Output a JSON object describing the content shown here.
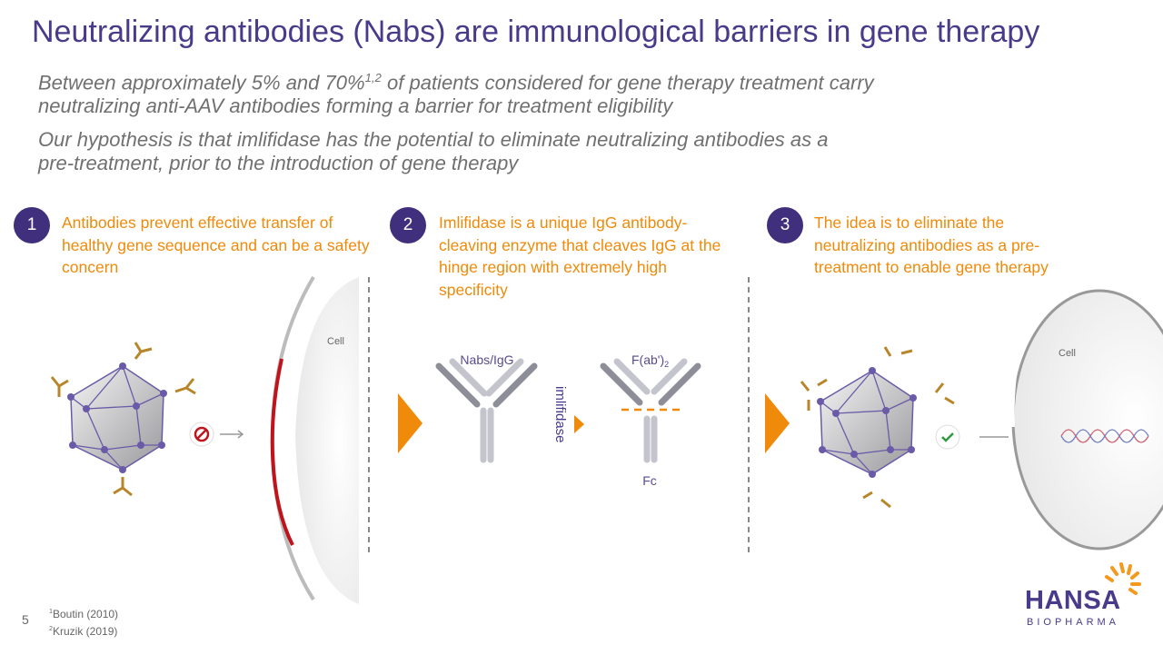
{
  "title": "Neutralizing antibodies (Nabs) are immunological barriers in gene therapy",
  "subtitle1": {
    "prefix": "Between approximately 5% and 70%",
    "sup": "1,2",
    "line1_rest": " of patients considered for gene therapy treatment carry",
    "line2": "neutralizing anti-AAV antibodies forming a barrier for treatment eligibility"
  },
  "subtitle2": {
    "line1": "Our hypothesis is that imlifidase has the potential to eliminate neutralizing antibodies as a",
    "line2": "pre-treatment, prior to the introduction of gene therapy"
  },
  "steps": [
    {
      "number": "1",
      "text": "Antibodies prevent effective transfer of healthy gene sequence and can be a safety concern"
    },
    {
      "number": "2",
      "text": "Imlifidase is a unique IgG antibody-cleaving enzyme that cleaves IgG at the hinge region with extremely high specificity"
    },
    {
      "number": "3",
      "text": "The idea is to eliminate the neutralizing antibodies as a pre-treatment to enable gene therapy"
    }
  ],
  "diagram": {
    "cell_label": "Cell",
    "nabs_label": "Nabs/IgG",
    "enzyme_label": "imlifidase",
    "fab_label": "F(ab')",
    "fab_sub": "2",
    "fc_label": "Fc"
  },
  "footer": {
    "page_number": "5",
    "refs": [
      {
        "sup": "1",
        "text": "Boutin (2010)"
      },
      {
        "sup": "2",
        "text": "Kruzik (2019)"
      }
    ]
  },
  "logo": {
    "name": "HANSA",
    "sub": "BIOPHARMA"
  },
  "colors": {
    "purple": "#4a3a8a",
    "orange": "#ef8a0a",
    "red": "#c0141c",
    "green": "#2e9b3e"
  }
}
